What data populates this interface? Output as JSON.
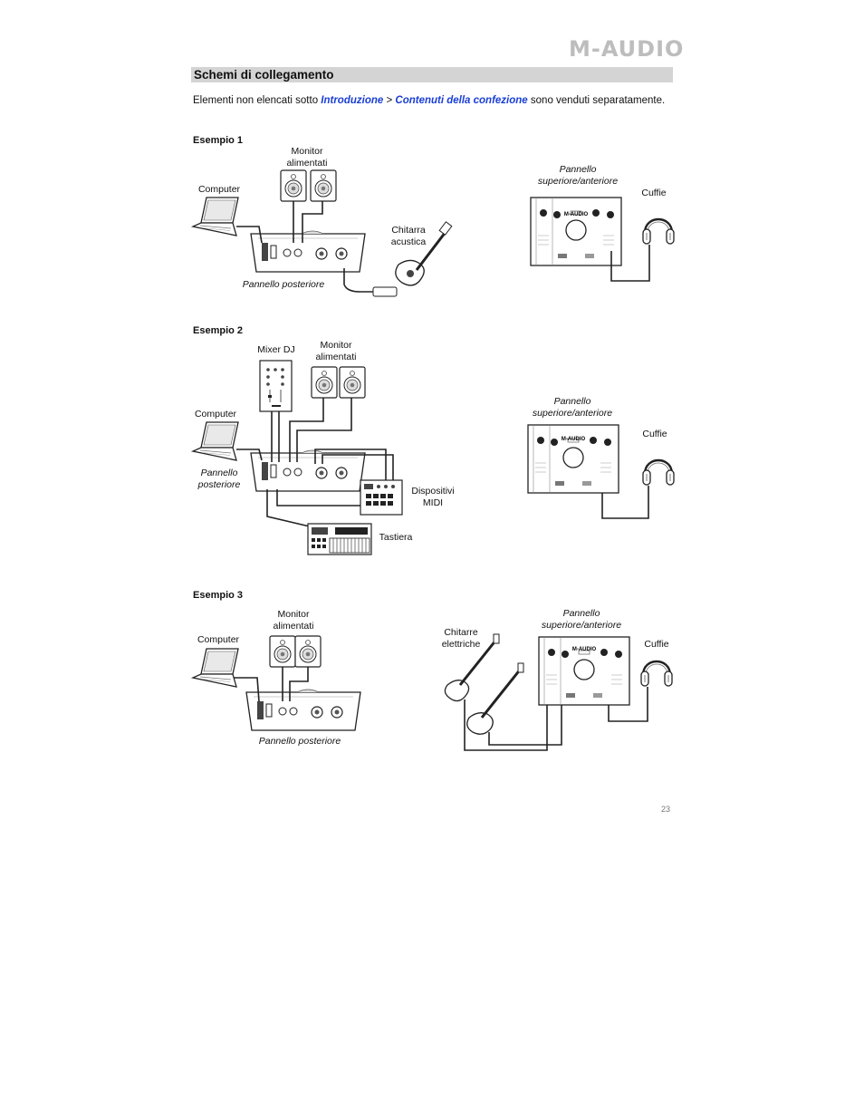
{
  "brand": {
    "logo_text": "M-AUDIO"
  },
  "section": {
    "title": "Schemi di collegamento"
  },
  "intro": {
    "before": "Elementi non elencati sotto ",
    "link1": "Introduzione",
    "separator": " > ",
    "link2": "Contenuti della confezione",
    "after": " sono venduti separatamente."
  },
  "example1": {
    "title": "Esempio 1",
    "monitor_line1": "Monitor",
    "monitor_line2": "alimentati",
    "computer": "Computer",
    "front_line1": "Pannello",
    "front_line2": "superiore/anteriore",
    "headphones": "Cuffie",
    "guitar_line1": "Chitarra",
    "guitar_line2": "acustica",
    "rear": "Pannello posteriore"
  },
  "example2": {
    "title": "Esempio 2",
    "mixer": "Mixer DJ",
    "monitor_line1": "Monitor",
    "monitor_line2": "alimentati",
    "computer": "Computer",
    "front_line1": "Pannello",
    "front_line2": "superiore/anteriore",
    "headphones": "Cuffie",
    "rear_line1": "Pannello",
    "rear_line2": "posteriore",
    "midi_line1": "Dispositivi",
    "midi_line2": "MIDI",
    "keyboard": "Tastiera"
  },
  "example3": {
    "title": "Esempio 3",
    "monitor_line1": "Monitor",
    "monitor_line2": "alimentati",
    "computer": "Computer",
    "guitars_line1": "Chitarre",
    "guitars_line2": "elettriche",
    "front_line1": "Pannello",
    "front_line2": "superiore/anteriore",
    "headphones": "Cuffie",
    "rear": "Pannello posteriore"
  },
  "device_logo": "M-AUDIO",
  "page_number": "23"
}
